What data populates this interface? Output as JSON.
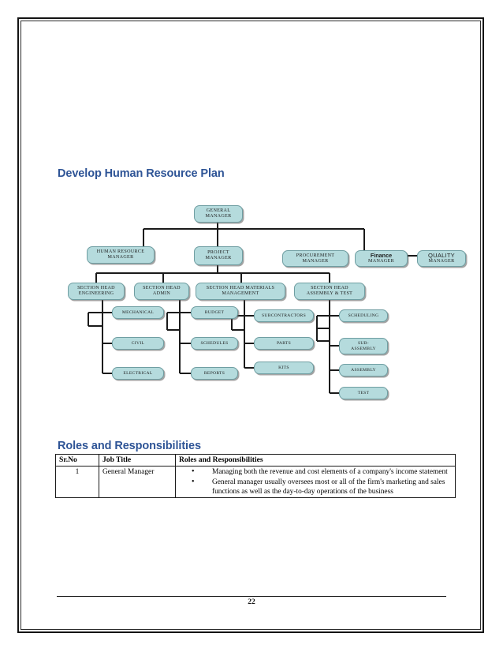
{
  "document": {
    "page_number": "22",
    "headings": {
      "hr_plan": "Develop Human Resource Plan",
      "roles": "Roles and Responsibilities"
    },
    "accent_color": "#2e5496",
    "node_fill_color": "#b5dbdd",
    "node_border_color": "#6f9ea2"
  },
  "org_chart": {
    "nodes": {
      "general_manager": {
        "line1": "GENERAL",
        "line2": "MANAGER"
      },
      "human_resource_manager": {
        "line1": "HUMAN RESOURCE",
        "line2": "MANAGER"
      },
      "project_manager": {
        "line1": "PROJECT",
        "line2": "MANAGER"
      },
      "procurement_manager": {
        "line1": "PROCUREMENT",
        "line2": "MANAGER"
      },
      "finance_manager": {
        "line1": "Finance",
        "line2": "MANAGER"
      },
      "quality_manager": {
        "line1": "QUALITY",
        "line2": "MANAGER"
      },
      "section_head_engineering": {
        "line1": "SECTION HEAD",
        "line2": "ENGINEERING"
      },
      "section_head_admin": {
        "line1": "SECTION HEAD",
        "line2": "ADMIN"
      },
      "section_head_materials": {
        "line1": "SECTION HEAD MATERIALS",
        "line2": "MANAGEMENT"
      },
      "section_head_assembly_test": {
        "line1": "SECTION HEAD",
        "line2": "ASSEMBLY & TEST"
      },
      "mechanical": {
        "line1": "MECHANICAL"
      },
      "civil": {
        "line1": "CIVIL"
      },
      "electrical": {
        "line1": "ELECTRICAL"
      },
      "budget": {
        "line1": "BUDGET"
      },
      "schedules": {
        "line1": "SCHEDULES"
      },
      "reports": {
        "line1": "REPORTS"
      },
      "subcontractors": {
        "line1": "SUBCONTRACTORS"
      },
      "parts": {
        "line1": "PARTS"
      },
      "kits": {
        "line1": "KITS"
      },
      "scheduling": {
        "line1": "SCHEDULING"
      },
      "sub_assembly": {
        "line1": "SUB-",
        "line2": "ASSEMBLY"
      },
      "assembly": {
        "line1": "ASSEMBLY"
      },
      "test": {
        "line1": "TEST"
      }
    }
  },
  "roles_table": {
    "columns": [
      "Sr.No",
      "Job Title",
      "Roles and Responsibilities"
    ],
    "rows": [
      {
        "sr_no": "1",
        "job_title": "General Manager",
        "responsibilities": [
          "Managing both the revenue and cost elements of a company's income statement",
          "General manager usually oversees most or all of the firm's marketing and sales functions as well as the day-to-day operations of the business"
        ]
      }
    ]
  }
}
